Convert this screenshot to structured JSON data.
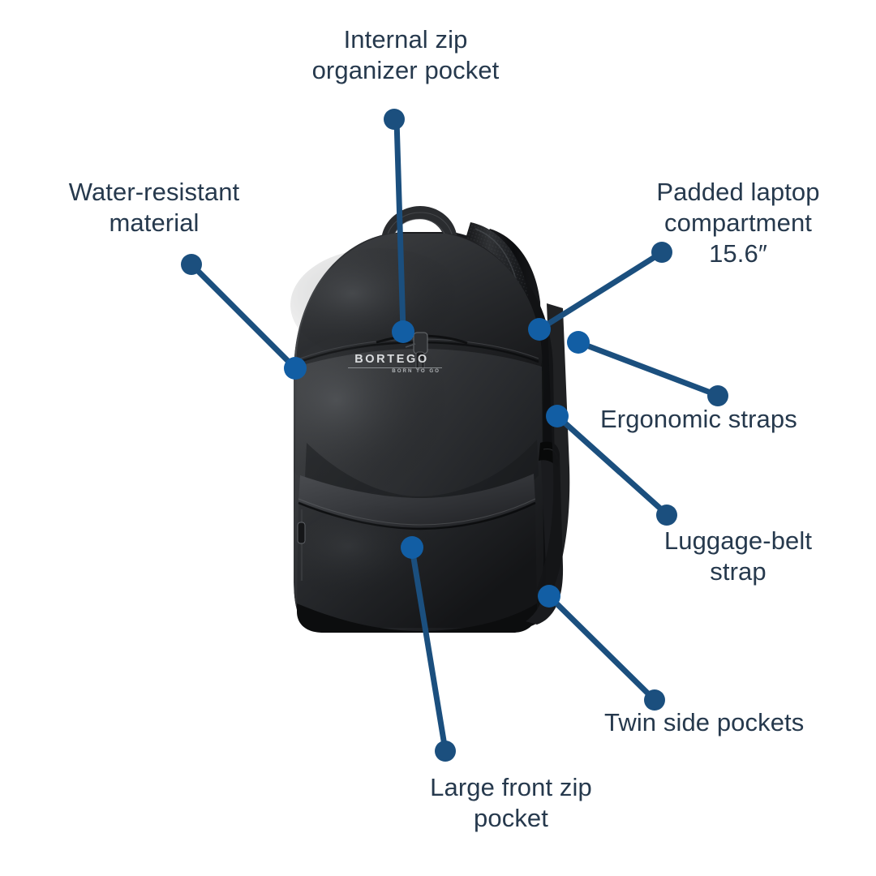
{
  "theme": {
    "background": "#ffffff",
    "text_color": "#26394d",
    "leader_dark": "#1b4f7e",
    "leader_bright": "#125ea4"
  },
  "product": {
    "name": "backpack",
    "brand_logo": "BORTEGO",
    "brand_tagline": "BORN TO GO",
    "body_color": "#1c1d1f"
  },
  "callouts": [
    {
      "id": "internal-zip",
      "label": "Internal zip\norganizer pocket"
    },
    {
      "id": "water-resistant",
      "label": "Water-resistant\nmaterial"
    },
    {
      "id": "padded-laptop",
      "label": "Padded laptop\ncompartment\n15.6″"
    },
    {
      "id": "ergonomic-straps",
      "label": "Ergonomic straps"
    },
    {
      "id": "luggage-belt",
      "label": "Luggage-belt\nstrap"
    },
    {
      "id": "twin-side-pockets",
      "label": "Twin side pockets"
    },
    {
      "id": "large-front-zip",
      "label": "Large front zip\npocket"
    }
  ]
}
